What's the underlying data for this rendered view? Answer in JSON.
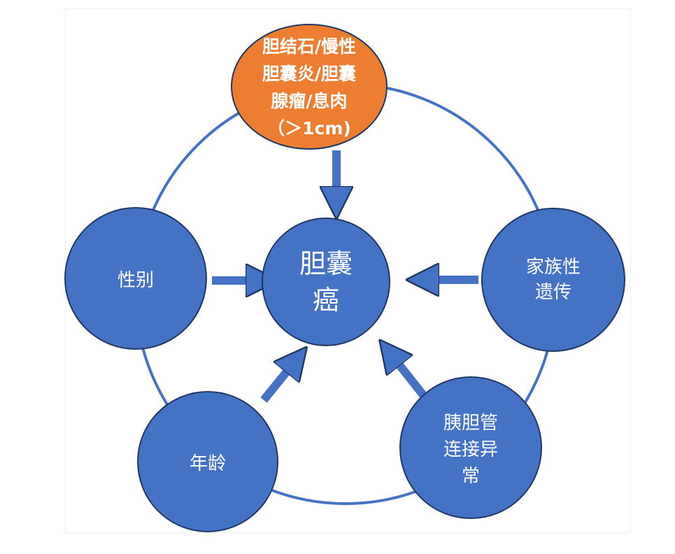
{
  "colors": {
    "node_fill": "#4472C4",
    "node_stroke": "#1F3864",
    "ring": "#4472C4",
    "top_fill": "#ED7D31",
    "arrow": "#4472C4"
  },
  "center": {
    "label": "胆囊\n癌"
  },
  "top": {
    "label": "胆结石/慢性\n胆囊炎/胆囊\n腺瘤/息肉\n（＞1cm)"
  },
  "left": {
    "label": "性别"
  },
  "right": {
    "label": "家族性\n遗传"
  },
  "bottom_left": {
    "label": "年龄"
  },
  "bottom_right": {
    "label": "胰胆管\n连接异\n常"
  }
}
